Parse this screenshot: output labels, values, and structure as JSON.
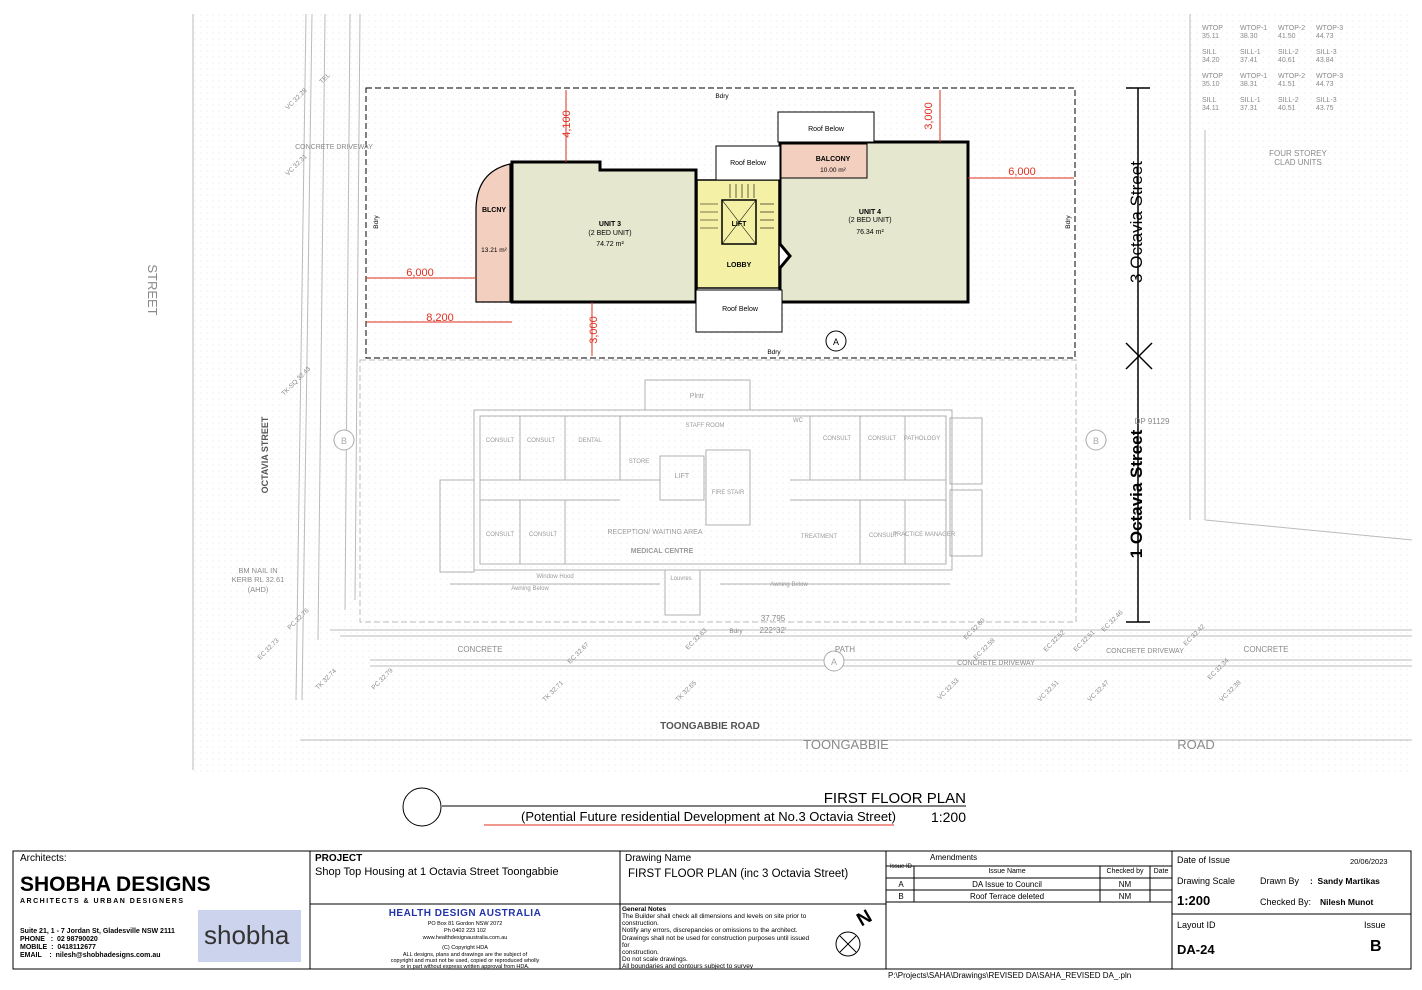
{
  "plan": {
    "street_left_vertical": "STREET",
    "octavia_street_left": "OCTAVIA STREET",
    "octavia_street_right_top": "3 Octavia Street",
    "octavia_street_right_bottom": "1 Octavia Street",
    "toongabbie_road_small": "TOONGABBIE ROAD",
    "toongabbie": "TOONGABBIE",
    "road": "ROAD",
    "bdry": "Bdry",
    "concrete_driveway": "CONCRETE DRIVEWAY",
    "concrete": "CONCRETE",
    "path": "PATH",
    "four_storey": "FOUR STOREY",
    "clad_units": "CLAD UNITS",
    "bm_nail_1": "BM NAIL IN",
    "bm_nail_2": "KERB RL 32.61",
    "bm_nail_3": "(AHD)",
    "dim_4100": "4,100",
    "dim_3000_top": "3,000",
    "dim_3000_bottom": "3,000",
    "dim_6000_left": "6,000",
    "dim_6000_right": "6,000",
    "dim_8200": "8,200",
    "dim_37795": "37.795",
    "bearing": "222°32'",
    "lot_ref": "DP 91129",
    "section_a": "A",
    "section_b": "B",
    "unit3_name": "UNIT 3",
    "unit3_type": "(2 BED UNIT)",
    "unit3_area": "74.72 m²",
    "unit4_name": "UNIT 4",
    "unit4_type": "(2 BED UNIT)",
    "unit4_area": "76.34 m²",
    "blcny_name": "BLCNY",
    "blcny_area": "13.21 m²",
    "balcony_name": "BALCONY",
    "balcony_area": "10.00 m²",
    "lift": "LIFT",
    "lobby": "LOBBY",
    "roof_below": "Roof Below",
    "ground_lift": "LIFT",
    "ground_reception": "RECEPTION/ WAITING AREA",
    "ground_medical": "MEDICAL CENTRE",
    "ground_store": "STORE",
    "ground_staff": "STAFF ROOM",
    "ground_dental": "DENTAL",
    "ground_consult": "CONSULT",
    "ground_pathology": "PATHOLOGY",
    "ground_treatment": "TREATMENT",
    "ground_practice": "PRACTICE MANAGER",
    "ground_awning": "Awning Below",
    "ground_louvres": "Louvres",
    "ground_window_hood": "Window Hood",
    "ground_plntr": "Plntr",
    "ground_fire_stair": "FIRE STAIR",
    "ground_wc": "WC",
    "levels_right": [
      "WTOP 35.11",
      "WTOP-1 38.30",
      "WTOP-2 41.50",
      "WTOP-3 44.73",
      "SILL 34.20",
      "SILL-1 37.41",
      "SILL-2 40.61",
      "SILL-3 43.84",
      "WTOP 35.10",
      "WTOP-1 38.31",
      "WTOP-2 41.51",
      "WTOP-3 44.73",
      "SILL 34.11",
      "SILL-1 37.31",
      "SILL-2 40.51",
      "SILL-3 43.75"
    ],
    "levels_left": [
      "TEL",
      "VC 32.28",
      "VC 32.31",
      "TK-SQ 32.43",
      "PC 32.76",
      "PC 32.79",
      "TK 32.74",
      "EC 32.73",
      "EC 32.67",
      "EC 32.63",
      "EC 32.60",
      "EC 32.58",
      "EC 32.52",
      "EC 32.51",
      "EC 32.46",
      "EC 32.42",
      "EC 32.34",
      "VC 32.53",
      "VC 32.51",
      "VC 32.47",
      "VC 32.38",
      "TK 32.71",
      "TK 32.65"
    ]
  },
  "title": {
    "line1": "FIRST FLOOR PLAN",
    "line2": "(Potential Future residential Development at No.3 Octavia Street)",
    "scale": "1:200"
  },
  "titleblock": {
    "architects_label": "Architects:",
    "firm": "SHOBHA DESIGNS",
    "firm_sub": "ARCHITECTS & URBAN DESIGNERS",
    "address": "Suite 21, 1 - 7 Jordan St, Gladesville NSW 2111",
    "phone": "PHONE   :  02 98790020",
    "mobile": "MOBILE  :  0418112677",
    "email": "EMAIL    :  nilesh@shobhadesigns.com.au",
    "logo": "shobha",
    "project_label": "PROJECT",
    "project": "Shop Top Housing at 1 Octavia Street Toongabbie",
    "hda": "HEALTH DESIGN AUSTRALIA",
    "hda_1": "PO Box 81 Gordon NSW 2072",
    "hda_2": "Ph 0402 223 102",
    "hda_3": "www.healthdesignaustralia.com.au",
    "hda_4": "(C) Copyright HDA",
    "hda_5": "ALL designs, plans and drawings are the subject of",
    "hda_6": "copyright and must not be used, copied or reproduced wholly",
    "hda_7": "or in part without express written approval from HDA.",
    "drawing_name_label": "Drawing Name",
    "drawing_name": "FIRST FLOOR PLAN (inc 3 Octavia Street)",
    "general_notes_title": "General Notes",
    "general_notes": [
      "The Builder shall check all dimensions and levels on site prior to",
      "construction.",
      "Notify any errors, discrepancies or omissions to the architect.",
      "Drawings shall not be used for construction purposes until issued for",
      "construction.",
      "Do not scale drawings.",
      "All boundaries and contours subject to survey"
    ],
    "north": "N",
    "amendments_label": "Amendments",
    "amend_headers": [
      "Issue ID",
      "Issue Name",
      "Checked by",
      "Date"
    ],
    "amend_rows": [
      [
        "A",
        "DA Issue to Council",
        "NM",
        ""
      ],
      [
        "B",
        "Roof Terrace deleted",
        "NM",
        ""
      ]
    ],
    "date_label": "Date of Issue",
    "date": "20/06/2023",
    "scale_label": "Drawing Scale",
    "scale": "1:200",
    "drawn_by_label": "Drawn By",
    "drawn_by": ":  Sandy Martikas",
    "checked_by_label": "Checked By:",
    "checked_by": "Nilesh Munot",
    "layout_label": "Layout ID",
    "layout_id": "DA-24",
    "issue_label": "Issue",
    "issue": "B",
    "file_path": "P:\\Projects\\SAHA\\Drawings\\REVISED DA\\SAHA_REVISED DA_.pln"
  },
  "colors": {
    "unit_fill": "#e6e7cf",
    "balcony_fill": "#f3cfc0",
    "lobby_fill": "#f4f1a6",
    "dim_red": "#e03020",
    "grey": "#9a9a9a"
  }
}
